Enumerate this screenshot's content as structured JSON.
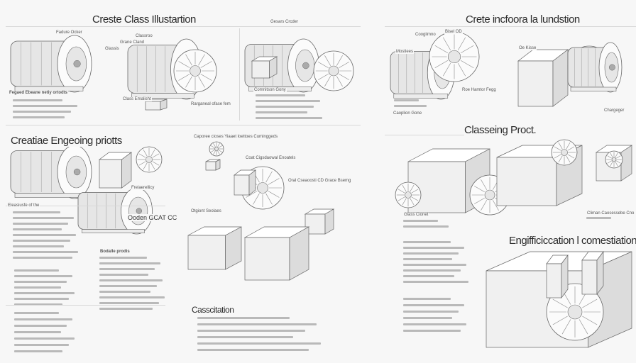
{
  "headings": {
    "top_left": "Creste Class Illustartion",
    "top_right": "Crete incfoora la lundstion",
    "mid_left": "Creatiae Engeoing priotts",
    "mid_right": "Classeing Proct.",
    "lower_right": "Engifficiccation l comestiation",
    "lower_center": "Casscitation"
  },
  "labels": {
    "a": "Fadure Ocker",
    "b": "Glassis",
    "c": "Grane Cland",
    "d": "Classroo",
    "e": "Class Emalisht",
    "f": "Rarganeal ofase fem",
    "g": "Fegaed Ebeane netiy ortodts",
    "h": "Comnitson Gony",
    "i": "Gesars Crcder",
    "j": "Coogiimno",
    "k": "Bisel OD",
    "l": "Mostiees",
    "m": "Roe Hamtor Fegg",
    "n": "Oe Kisse",
    "o": "Caoplion Gone",
    "p": "Chargeger",
    "q": "Caporee cioses Yiaaet loettoes Cuminggeds",
    "r": "Coat Cigsdaowal Enoatels",
    "s": "Oral Cseaoosti CD Grace Bsemg",
    "t": "Ooden GCAT CC",
    "u": "Frelaerellicy",
    "v": "Bodalle prodis",
    "w": "Eleasiusfe of the",
    "x": "Glass Cionet",
    "y": "Climan Caosessebe Cno",
    "z": "Otgiont Seolaes"
  },
  "colors": {
    "background": "#f7f7f7",
    "ink": "#333333",
    "accent_red": "#d9534f",
    "accent_yellow": "#e0b040"
  }
}
